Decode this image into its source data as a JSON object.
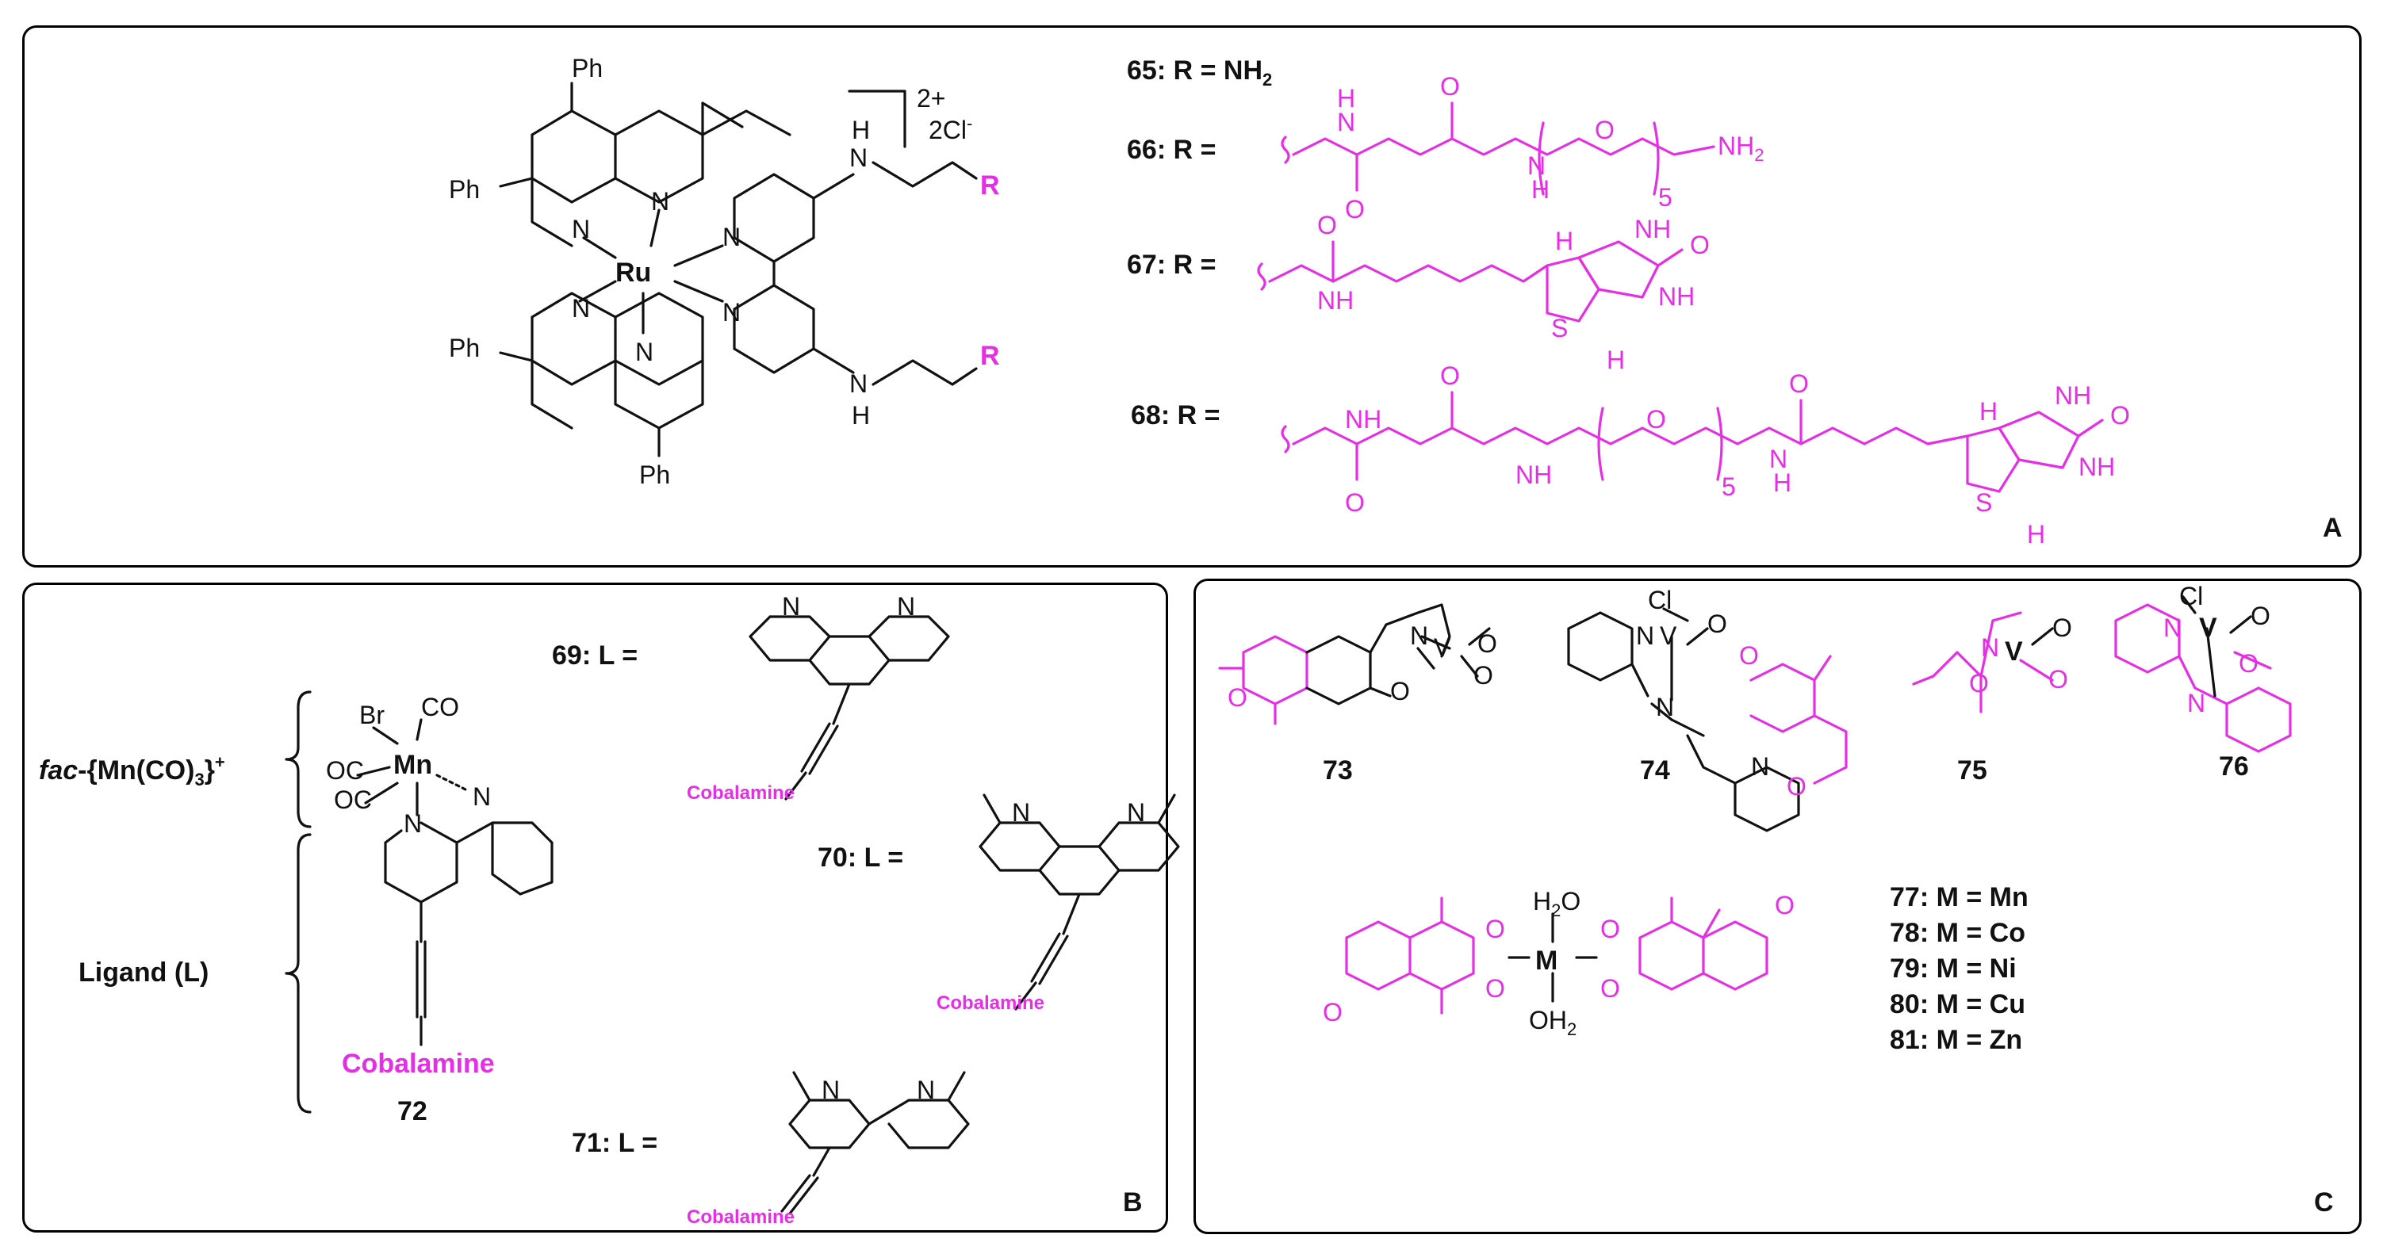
{
  "panels": {
    "a": {
      "letter": "A",
      "charge": "2+",
      "counterion": "2Cl",
      "counterion_sup": "-",
      "metal": "Ru",
      "ph": "Ph",
      "n": "N",
      "h": "H",
      "r": "R",
      "compounds": [
        {
          "num": "65",
          "text": ": R = NH",
          "sub": "2"
        },
        {
          "num": "66",
          "text": ": R ="
        },
        {
          "num": "67",
          "text": ": R ="
        },
        {
          "num": "68",
          "text": ": R ="
        }
      ],
      "atoms": {
        "o": "O",
        "nh": "NH",
        "n": "N",
        "h": "H",
        "s": "S",
        "five": "5",
        "nh2": "NH",
        "two": "2"
      }
    },
    "b": {
      "letter": "B",
      "fac_prefix": "fac",
      "fac_rest": "-{Mn(CO)",
      "fac_sub": "3",
      "fac_end": "}",
      "fac_sup": "+",
      "ligand_label": "Ligand (L)",
      "compound_72": "72",
      "cobalamine": "Cobalamine",
      "atoms": {
        "br": "Br",
        "co": "CO",
        "oc": "OC",
        "mn": "Mn",
        "n": "N"
      },
      "compounds": [
        {
          "num": "69",
          "text": ": L ="
        },
        {
          "num": "70",
          "text": ": L ="
        },
        {
          "num": "71",
          "text": ": L ="
        }
      ]
    },
    "c": {
      "letter": "C",
      "labels": [
        "73",
        "74",
        "75",
        "76"
      ],
      "atoms": {
        "v": "V",
        "o": "O",
        "n": "N",
        "cl": "Cl",
        "m": "M",
        "h": "H",
        "two": "2",
        "oh": "OH"
      },
      "metals": [
        {
          "num": "77",
          "text": ": M = Mn"
        },
        {
          "num": "78",
          "text": ": M = Co"
        },
        {
          "num": "79",
          "text": ": M = Ni"
        },
        {
          "num": "80",
          "text": ": M = Cu"
        },
        {
          "num": "81",
          "text": ": M = Zn"
        }
      ]
    }
  }
}
